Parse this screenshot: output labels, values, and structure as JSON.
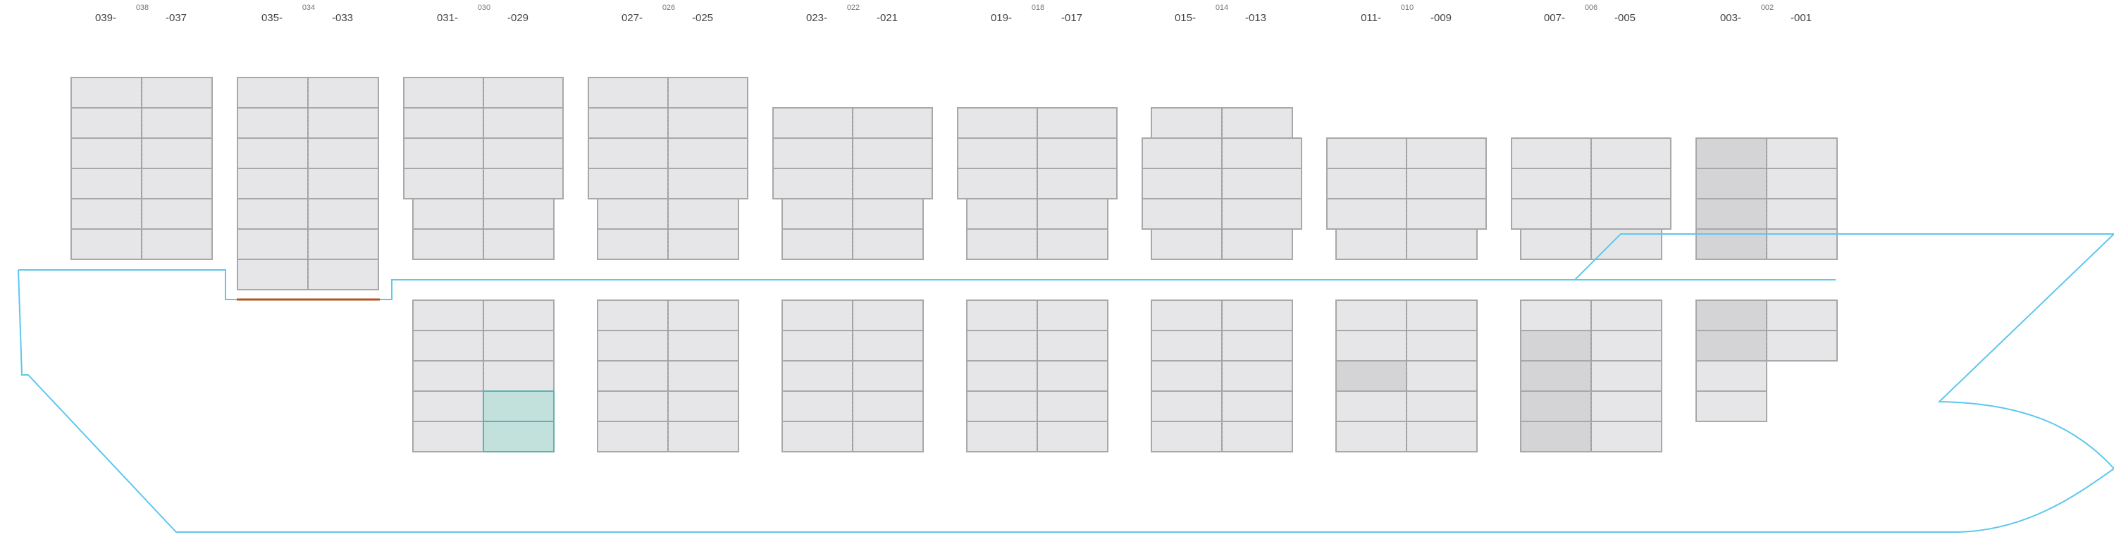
{
  "bay_labels": [
    {
      "left": "039",
      "center": "038",
      "right": "037"
    },
    {
      "left": "035",
      "center": "034",
      "right": "033"
    },
    {
      "left": "031",
      "center": "030",
      "right": "029"
    },
    {
      "left": "027",
      "center": "026",
      "right": "025"
    },
    {
      "left": "023",
      "center": "022",
      "right": "021"
    },
    {
      "left": "019",
      "center": "018",
      "right": "017"
    },
    {
      "left": "015",
      "center": "014",
      "right": "013"
    },
    {
      "left": "011",
      "center": "010",
      "right": "009"
    },
    {
      "left": "007",
      "center": "006",
      "right": "005"
    },
    {
      "left": "003",
      "center": "002",
      "right": "001"
    }
  ],
  "label_separator": "-",
  "colors": {
    "slot_empty": "#e6e6e8",
    "slot_occupied": "#d4d4d6",
    "slot_highlight": "#c2e1dd",
    "slot_highlight_border": "#5cb3ad",
    "slot_border": "#a8a8a8",
    "hull_outline": "#5cc8ee",
    "hatch_marker": "#b8541e"
  }
}
